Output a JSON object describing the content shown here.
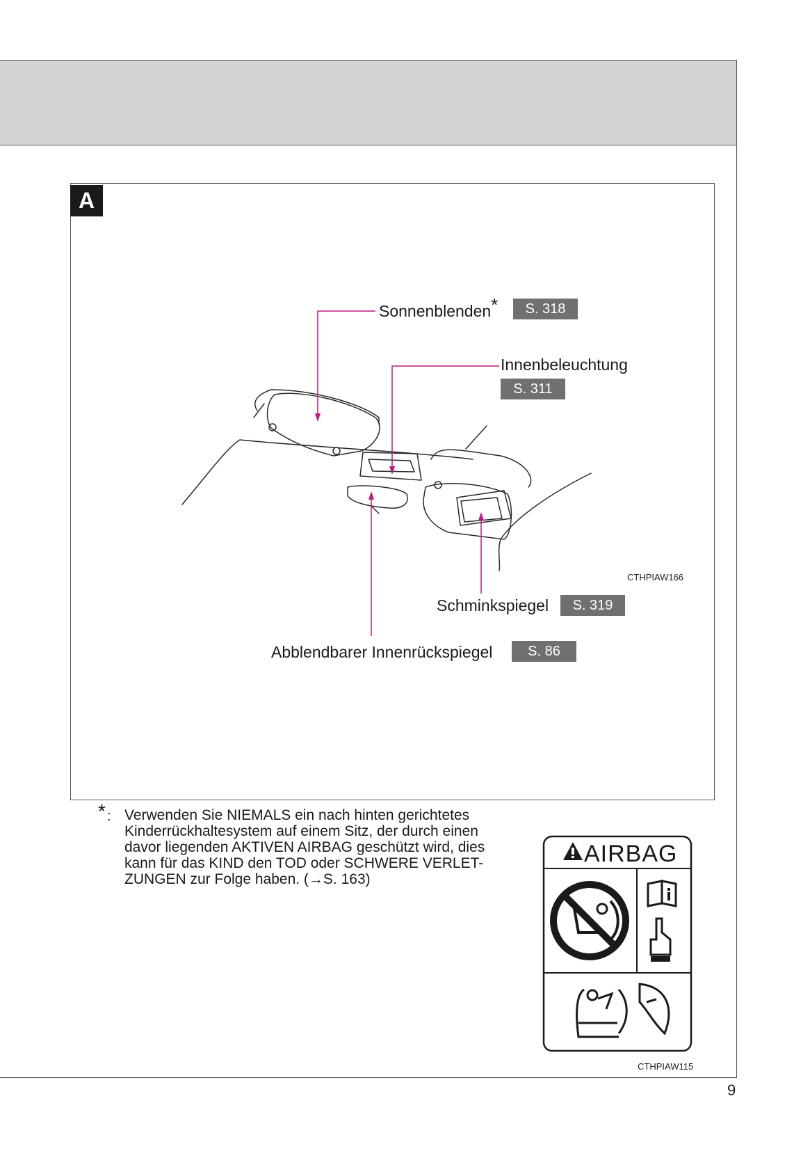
{
  "page": {
    "number": "9"
  },
  "figure": {
    "badge": "A",
    "image_code": "CTHPIAW166",
    "callouts": {
      "sun_visors": {
        "label": "Sonnenblenden",
        "marker": "*",
        "ref": "S. 318"
      },
      "interior_light": {
        "label": "Innenbeleuchtung",
        "ref": "S. 311"
      },
      "vanity_mirror": {
        "label": "Schminkspiegel",
        "ref": "S. 319"
      },
      "rear_view_mirror": {
        "label": "Abblendbarer Innenrückspiegel",
        "ref": "S. 86"
      }
    }
  },
  "footnote": {
    "marker": "*",
    "colon": ":",
    "lines": [
      "Verwenden Sie NIEMALS ein nach hinten gerichtetes",
      "Kinderrückhaltesystem auf einem Sitz, der durch einen",
      "davor liegenden AKTIVEN AIRBAG geschützt wird, dies",
      "kann für das KIND den TOD oder SCHWERE VERLET-",
      "ZUNGEN zur Folge haben. (→S. 163)"
    ]
  },
  "airbag_label": {
    "title": "AIRBAG",
    "image_code": "CTHPIAW115"
  },
  "colors": {
    "leader": "#c0187e",
    "ref_bg": "#707070",
    "header_band": "#d4d4d6"
  }
}
